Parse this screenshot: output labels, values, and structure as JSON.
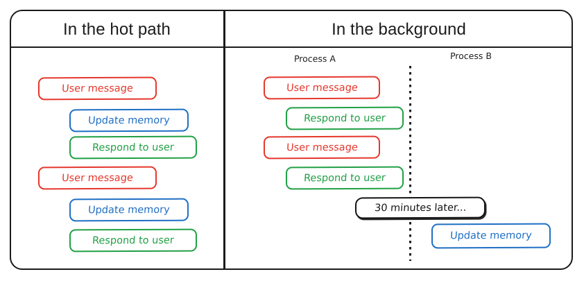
{
  "diagram": {
    "title_left": "In the hot path",
    "title_right": "In the background",
    "process_a_label": "Process A",
    "process_b_label": "Process B",
    "colors": {
      "red": "#e5372c",
      "blue": "#1f6fc4",
      "green": "#21a045",
      "black": "#141414"
    },
    "hot_path_steps": [
      {
        "label": "User message",
        "color": "red",
        "indent": 0
      },
      {
        "label": "Update memory",
        "color": "blue",
        "indent": 1
      },
      {
        "label": "Respond to user",
        "color": "green",
        "indent": 1
      },
      {
        "label": "User message",
        "color": "red",
        "indent": 0
      },
      {
        "label": "Update memory",
        "color": "blue",
        "indent": 1
      },
      {
        "label": "Respond to user",
        "color": "green",
        "indent": 1
      }
    ],
    "background_process_a_steps": [
      {
        "label": "User message",
        "color": "red",
        "indent": 0
      },
      {
        "label": "Respond to user",
        "color": "green",
        "indent": 1
      },
      {
        "label": "User message",
        "color": "red",
        "indent": 0
      },
      {
        "label": "Respond to user",
        "color": "green",
        "indent": 1
      }
    ],
    "time_gap_label": "30 minutes later...",
    "background_process_b_steps": [
      {
        "label": "Update memory",
        "color": "blue"
      }
    ]
  }
}
